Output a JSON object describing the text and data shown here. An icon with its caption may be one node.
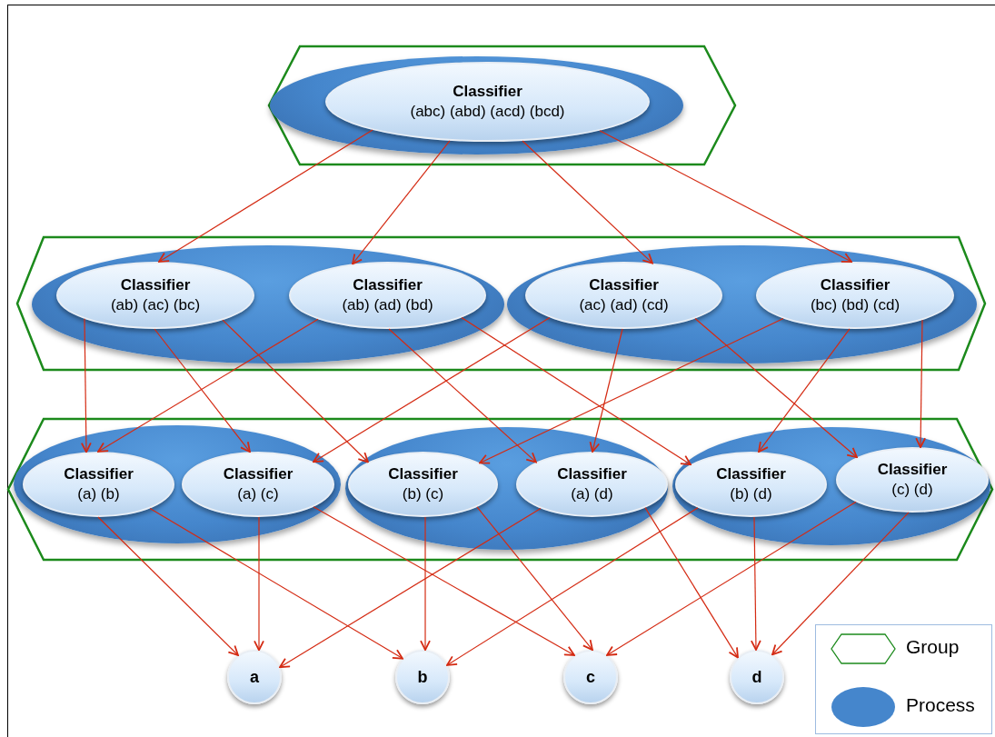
{
  "diagram": {
    "nodes": [
      {
        "text": [],
        "shape": "hexagon"
      },
      {
        "text": [],
        "shape": "ellipse",
        "in": 0
      },
      {
        "text": [
          "Classifier",
          "(abc) (abd) (acd) (bcd)"
        ],
        "in": 1
      },
      {
        "text": [],
        "shape": "hexagon"
      },
      {
        "text": [],
        "shape": "ellipse",
        "in": 3
      },
      {
        "text": [
          "Classifier",
          "(ab) (ac) (bc)"
        ],
        "in": 4
      },
      {
        "text": [
          "Classifier",
          "(ab) (ad) (bd)"
        ],
        "in": 4
      },
      {
        "text": [],
        "shape": "ellipse",
        "in": 3
      },
      {
        "text": [
          "Classifier",
          "(ac) (ad) (cd)"
        ],
        "in": 7
      },
      {
        "text": [
          "Classifier",
          "(bc) (bd) (cd)"
        ],
        "in": 7
      },
      {
        "text": [],
        "shape": "hexagon"
      },
      {
        "text": [],
        "shape": "ellipse",
        "in": 10
      },
      {
        "text": [
          "Classifier",
          "(a) (b)"
        ],
        "in": 11
      },
      {
        "text": [
          "Classifier",
          "(a) (c)"
        ],
        "in": 11
      },
      {
        "text": [],
        "shape": "ellipse",
        "in": 10
      },
      {
        "text": [
          "Classifier",
          "(b) (c)"
        ],
        "in": 14
      },
      {
        "text": [
          "Classifier",
          "(a) (d)"
        ],
        "in": 14
      },
      {
        "text": [],
        "shape": "ellipse",
        "in": 10
      },
      {
        "text": [
          "Classifier",
          "(b) (d)"
        ],
        "in": 17
      },
      {
        "text": [
          "Classifier",
          "(c) (d)"
        ],
        "in": 17
      },
      {
        "text": [
          "a"
        ]
      },
      {
        "text": [
          "b"
        ]
      },
      {
        "text": [
          "c"
        ]
      },
      {
        "text": [
          "d"
        ]
      }
    ],
    "edges": [
      {
        "from": 2,
        "to": 5,
        "arrow": "to"
      },
      {
        "from": 2,
        "to": 6,
        "arrow": "to"
      },
      {
        "from": 2,
        "to": 8,
        "arrow": "to"
      },
      {
        "from": 2,
        "to": 9,
        "arrow": "to"
      },
      {
        "from": 5,
        "to": 12,
        "arrow": "to"
      },
      {
        "from": 5,
        "to": 13,
        "arrow": "to"
      },
      {
        "from": 5,
        "to": 15,
        "arrow": "to"
      },
      {
        "from": 6,
        "to": 12,
        "arrow": "to"
      },
      {
        "from": 6,
        "to": 16,
        "arrow": "to"
      },
      {
        "from": 6,
        "to": 18,
        "arrow": "to"
      },
      {
        "from": 8,
        "to": 13,
        "arrow": "to"
      },
      {
        "from": 8,
        "to": 16,
        "arrow": "to"
      },
      {
        "from": 8,
        "to": 19,
        "arrow": "to"
      },
      {
        "from": 9,
        "to": 15,
        "arrow": "to"
      },
      {
        "from": 9,
        "to": 18,
        "arrow": "to"
      },
      {
        "from": 9,
        "to": 19,
        "arrow": "to"
      },
      {
        "from": 12,
        "to": 20,
        "arrow": "to"
      },
      {
        "from": 12,
        "to": 21,
        "arrow": "to"
      },
      {
        "from": 13,
        "to": 20,
        "arrow": "to"
      },
      {
        "from": 13,
        "to": 22,
        "arrow": "to"
      },
      {
        "from": 15,
        "to": 21,
        "arrow": "to"
      },
      {
        "from": 15,
        "to": 22,
        "arrow": "to"
      },
      {
        "from": 16,
        "to": 20,
        "arrow": "to"
      },
      {
        "from": 16,
        "to": 23,
        "arrow": "to"
      },
      {
        "from": 18,
        "to": 21,
        "arrow": "to"
      },
      {
        "from": 18,
        "to": 23,
        "arrow": "to"
      },
      {
        "from": 19,
        "to": 22,
        "arrow": "to"
      },
      {
        "from": 19,
        "to": 23,
        "arrow": "to"
      }
    ],
    "legend": [
      {
        "text": "Group"
      },
      {
        "text": "Process"
      }
    ]
  }
}
